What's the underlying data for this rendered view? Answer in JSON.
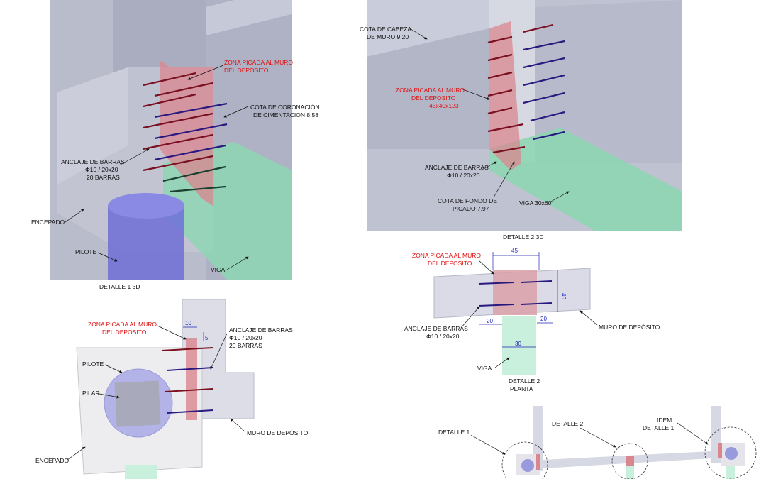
{
  "detail1_3d": {
    "caption": "DETALLE 1 3D",
    "zona_picada": [
      "ZONA PICADA AL MURO",
      "DEL DEPOSITO"
    ],
    "cota_coronacion": [
      "COTA DE CORONACIÓN",
      "DE CIMENTACION 8,58"
    ],
    "anclaje": [
      "ANCLAJE DE BARRAS",
      "Φ10 / 20x20",
      "20 BARRAS"
    ],
    "encepado": "ENCEPADO",
    "pilote": "PILOTE",
    "viga": "VIGA"
  },
  "detail2_3d": {
    "caption": "DETALLE 2 3D",
    "cota_cabeza": [
      "COTA DE CABEZA",
      "DE MURO 9,20"
    ],
    "zona_picada": [
      "ZONA PICADA AL MURO",
      "DEL DEPOSITO",
      "45x40x123"
    ],
    "anclaje": [
      "ANCLAJE DE BARRAS",
      "Φ10 / 20x20"
    ],
    "cota_fondo": [
      "COTA DE FONDO DE",
      "PICADO 7,97"
    ],
    "viga": "VIGA 30x60"
  },
  "detail1_plan": {
    "zona_picada": [
      "ZONA PICADA AL MURO",
      "DEL DEPOSITO"
    ],
    "dim_10": "10",
    "dim_5": "5",
    "anclaje": [
      "ANCLAJE DE BARRAS",
      "Φ10 / 20x20",
      "20 BARRAS"
    ],
    "pilote": "PILOTE",
    "pilar": "PILAR",
    "muro": "MURO DE DEPÓSITO",
    "encepado": "ENCEPADO"
  },
  "detail2_plan": {
    "zona_picada": [
      "ZONA PICADA AL MURO",
      "DEL DEPOSITO"
    ],
    "dim_45": "45",
    "dim_40": "40",
    "dim_20a": "20",
    "dim_20b": "20",
    "dim_30": "30",
    "anclaje": [
      "ANCLAJE DE BARRAS",
      "Φ10 / 20x20"
    ],
    "muro": "MURO DE DEPÓSITO",
    "viga": "VIGA",
    "caption": [
      "DETALLE 2",
      "PLANTA"
    ]
  },
  "key_plan": {
    "detalle1": "DETALLE 1",
    "detalle2": "DETALLE 2",
    "idem": [
      "IDEM",
      "DETALLE 1"
    ]
  },
  "colors": {
    "concrete": "#c9ccda",
    "pile": "#6f6fd6",
    "beam": "#8ed6b4",
    "picada": "#d9868f",
    "bar_red": "#7a1020",
    "bar_blue": "#2a1a80",
    "label_red": "#e01010",
    "dim_blue": "#2323b8"
  }
}
